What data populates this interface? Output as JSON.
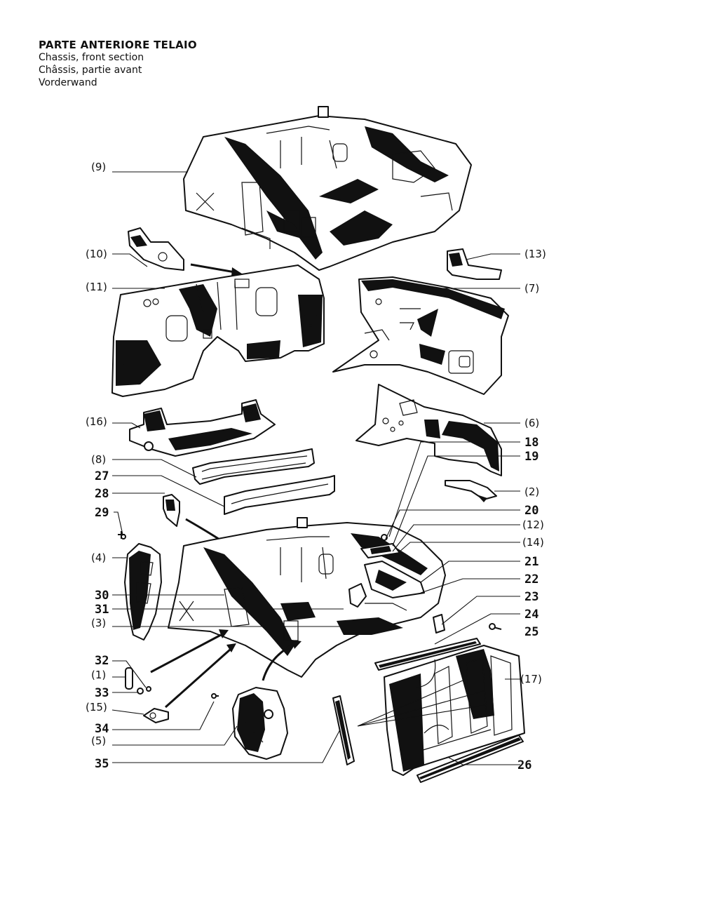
{
  "header": {
    "title": "PARTE ANTERIORE TELAIO",
    "subtitle_en": "Chassis, front section",
    "subtitle_fr": "Châssis, partie avant",
    "subtitle_de": "Vorderwand"
  },
  "labels": {
    "l9": "(9)",
    "l10": "(10)",
    "l13": "(13)",
    "l11": "(11)",
    "l7": "(7)",
    "l16": "(16)",
    "l6": "(6)",
    "l18": "18",
    "l19": "19",
    "l8": "(8)",
    "l27": "27",
    "l2": "(2)",
    "l28": "28",
    "l29": "29",
    "l20": "20",
    "l12": "(12)",
    "l14": "(14)",
    "l4": "(4)",
    "l21": "21",
    "l22": "22",
    "l30": "30",
    "l23": "23",
    "l31": "31",
    "l24": "24",
    "l3": "(3)",
    "l25": "25",
    "l32": "32",
    "l17": "(17)",
    "l1": "(1)",
    "l33": "33",
    "l15": "(15)",
    "l34": "34",
    "l5": "(5)",
    "l35": "35",
    "l26": "26"
  },
  "icons": [
    "chassis-assembly-icon",
    "bulkhead-panel-icon",
    "cross-member-icon",
    "wheel-arch-icon",
    "bracket-icon",
    "bolt-icon",
    "gasket-strip-icon"
  ]
}
